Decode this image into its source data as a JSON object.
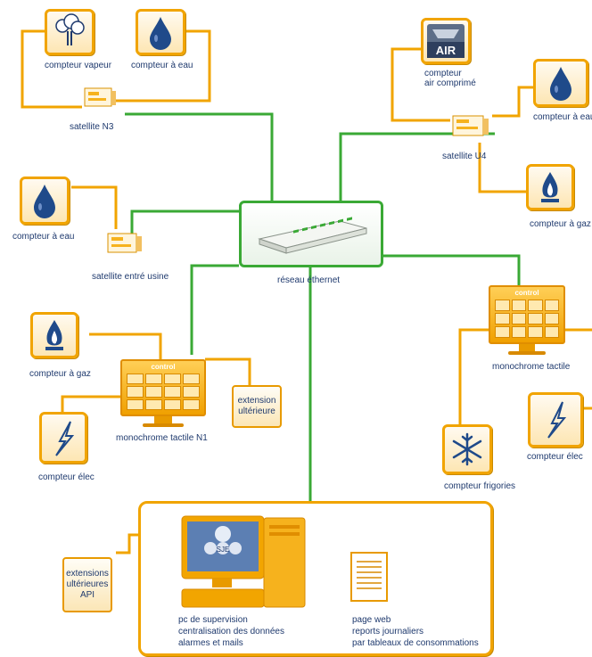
{
  "nodes": {
    "compteur_vapeur": "compteur vapeur",
    "compteur_eau_top": "compteur à eau",
    "satellite_n3": "satellite N3",
    "compteur_air_l1": "compteur",
    "compteur_air_l2": "air comprimé",
    "air_badge": "AIR",
    "compteur_eau_right": "compteur à eau",
    "satellite_u4": "satellite U4",
    "compteur_gaz_right": "compteur à gaz",
    "compteur_eau_left": "compteur à eau",
    "satellite_usine": "satellite entré usine",
    "reseau": "réseau éthernet",
    "compteur_gaz_left": "compteur à gaz",
    "control_left": "control",
    "monochrome_n1": "monochrome tactile N1",
    "extension_l1": "extension",
    "extension_l2": "ultérieure",
    "compteur_elec_left": "compteur élec",
    "control_right": "control",
    "monochrome_right": "monochrome tactile",
    "compteur_elec_right": "compteur élec",
    "compteur_frigo": "compteur frigories",
    "extensions_l1": "extensions",
    "extensions_l2": "ultérieures",
    "extensions_l3": "API",
    "pc_l1": "pc de supervision",
    "pc_l2": "centralisation des données",
    "pc_l3": "alarmes et mails",
    "web_l1": "page web",
    "web_l2": "reports journaliers",
    "web_l3": "par tableaux de consommations",
    "logo_letters": "SJE"
  },
  "colors": {
    "orange": "#f1a400",
    "green": "#3aa935",
    "blue": "#1f3a6e"
  },
  "icons": [
    "tree-steam-icon",
    "water-drop-icon",
    "air-icon",
    "gas-flame-icon",
    "lightning-icon",
    "snowflake-icon",
    "satellite-device-icon",
    "network-switch-icon",
    "control-screen-icon",
    "computer-icon",
    "document-icon"
  ]
}
